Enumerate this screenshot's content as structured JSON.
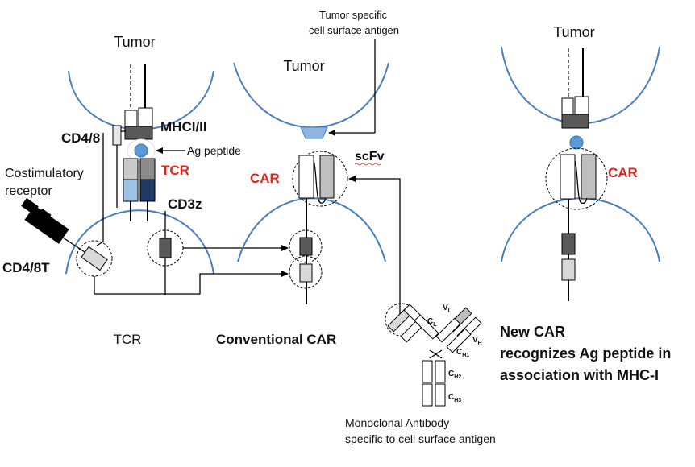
{
  "colors": {
    "membrane": "#4a7ec0",
    "highlight": "#e2231a",
    "peptide": "#5b9bd5",
    "antigen": "#8fb6e0",
    "tcr_light": "#9dc3e6",
    "tcr_dark": "#1f3864",
    "domain_dark": "#595959",
    "domain_mid": "#a6a6a6",
    "domain_light": "#d9d9d9"
  },
  "icons": [
    "costimulatory-receptor-icon",
    "arrow-icon"
  ],
  "labels": {
    "tumor_left": "Tumor",
    "tumor_middle": "Tumor",
    "tumor_right": "Tumor",
    "antigen_line1": "Tumor specific",
    "antigen_line2": "cell surface antigen",
    "cd48_top": "CD4/8",
    "mhc": "MHCI/II",
    "ag_peptide": "Ag peptide",
    "tcr_red": "TCR",
    "costim_line1": "Costimulatory",
    "costim_line2": "receptor",
    "cd3z": "CD3z",
    "cd48t": "CD4/8T",
    "tcr_caption": "TCR",
    "car_middle": "CAR",
    "scfv": "scFv",
    "car_right": "CAR",
    "conventional_car": "Conventional CAR",
    "new_car_line1": "New CAR",
    "new_car_line2": "recognizes Ag peptide in",
    "new_car_line3": "association with MHC-I",
    "mab_line1": "Monoclonal Antibody",
    "mab_line2": "specific to cell surface antigen"
  },
  "antibody_domains": {
    "vl": "V",
    "vl_sub": "L",
    "cl": "C",
    "cl_sub": "L",
    "vh": "V",
    "vh_sub": "H",
    "ch1": "C",
    "ch1_sub": "H1",
    "ch2": "C",
    "ch2_sub": "H2",
    "ch3": "C",
    "ch3_sub": "H3"
  }
}
